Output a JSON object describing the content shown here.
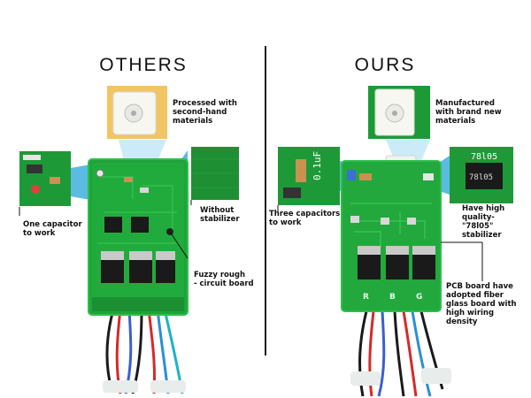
{
  "others": {
    "heading": "OTHERS",
    "labels": {
      "connector": [
        "Processed with",
        "second-hand",
        "materials"
      ],
      "capacitor": [
        "One capacitor",
        "to work"
      ],
      "stabilizer": [
        "Without",
        "stabilizer"
      ],
      "board": [
        "Fuzzy rough",
        "- circuit board"
      ]
    }
  },
  "ours": {
    "heading": "OURS",
    "labels": {
      "connector": [
        "Manufactured",
        "with brand new",
        "materials"
      ],
      "capacitor": [
        "Three capacitors",
        "to work"
      ],
      "stabilizer": [
        "Have high",
        "quality-",
        "\"78l05\"",
        "stabilizer"
      ],
      "board": [
        "PCB board have",
        "adopted fiber",
        "glass board with",
        "high wiring",
        "density"
      ]
    },
    "chip_text": "78l05",
    "cap_text": "0.1uF"
  },
  "colors": {
    "pcb": "#1fa33a",
    "pcb_dark": "#137a28",
    "accent_blue": "#6ec6e8"
  }
}
